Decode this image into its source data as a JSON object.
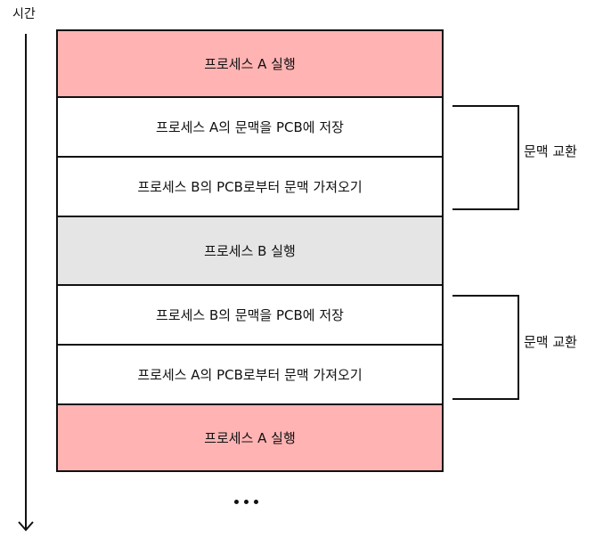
{
  "axis": {
    "label": "시간"
  },
  "rows": [
    {
      "label": "프로세스 A 실행"
    },
    {
      "label": "프로세스 A의 문맥을 PCB에 저장"
    },
    {
      "label": "프로세스 B의 PCB로부터 문맥 가져오기"
    },
    {
      "label": "프로세스 B 실행"
    },
    {
      "label": "프로세스 B의 문맥을 PCB에 저장"
    },
    {
      "label": "프로세스 A의 PCB로부터 문맥 가져오기"
    },
    {
      "label": "프로세스 A 실행"
    }
  ],
  "brackets": [
    {
      "label": "문맥 교환"
    },
    {
      "label": "문맥 교환"
    }
  ],
  "colors": {
    "process_a": "#ffb3b3",
    "process_b": "#e5e5e5",
    "context_switch": "#ffffff",
    "line": "#111111"
  }
}
